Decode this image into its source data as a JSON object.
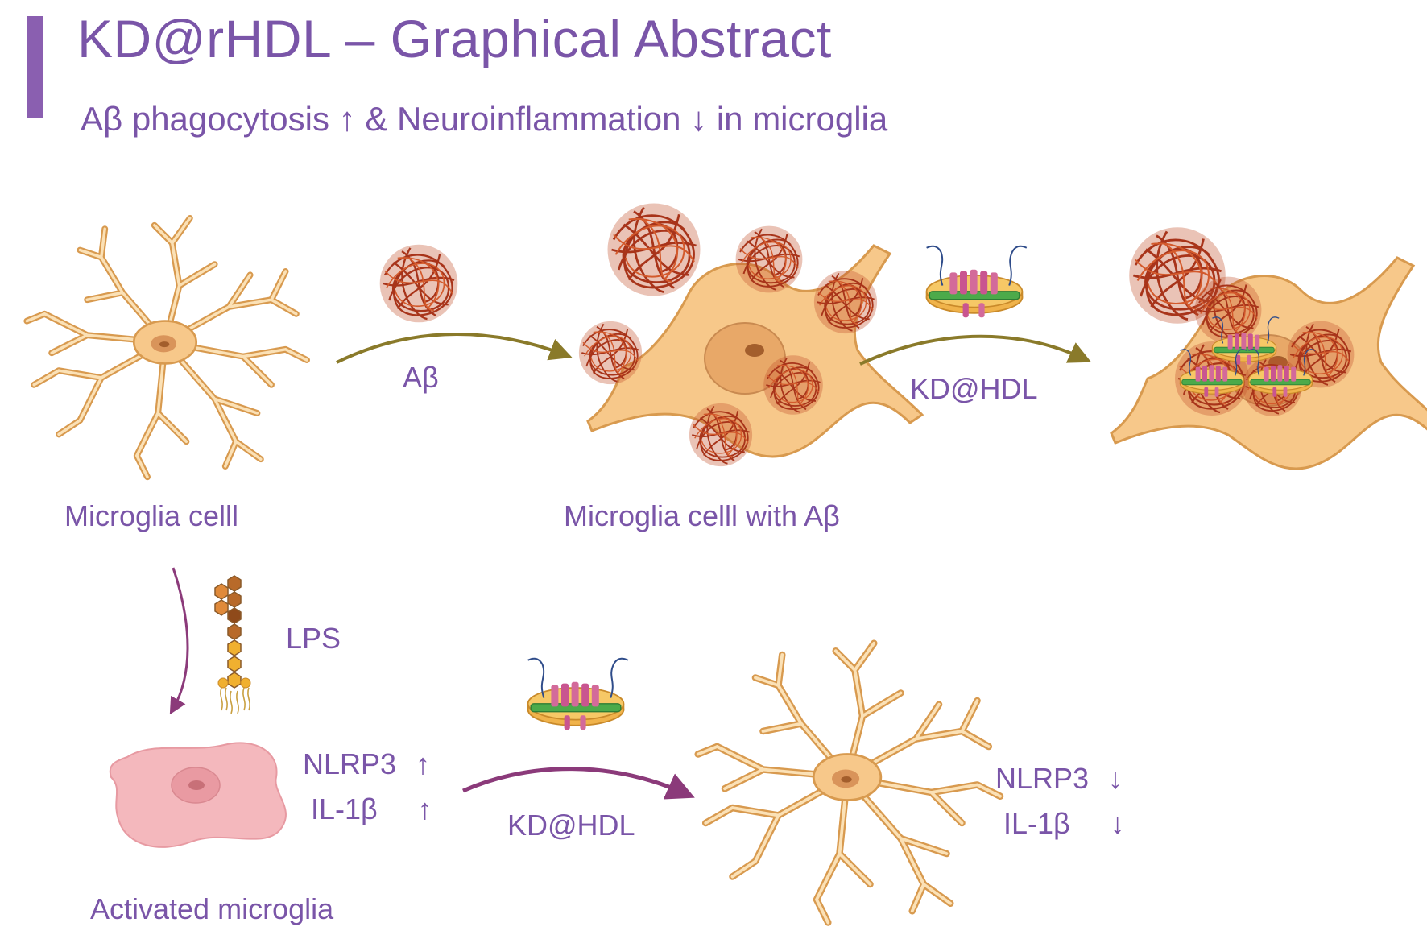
{
  "header": {
    "title": "KD@rHDL – Graphical Abstract",
    "subtitle": "Aβ phagocytosis ↑ & Neuroinflammation ↓ in microglia"
  },
  "top_row": {
    "resting_cell_label": "Microglia celll",
    "amyloid_label": "Aβ",
    "cell_with_amyloid_label": "Microglia celll with Aβ",
    "treatment_label": "KD@HDL"
  },
  "bottom_row": {
    "stimulus_label": "LPS",
    "activated_label": "Activated microglia",
    "before_markers": [
      {
        "name": "NLRP3",
        "arrow": "↑"
      },
      {
        "name": "IL-1β",
        "arrow": "↑"
      }
    ],
    "treatment_label": "KD@HDL",
    "after_markers": [
      {
        "name": "NLRP3",
        "arrow": "↓"
      },
      {
        "name": "IL-1β",
        "arrow": "↓"
      }
    ]
  },
  "colors": {
    "accent": "#8a5fb0",
    "text": "#7a55a8",
    "microglia_fill": "#f7c88a",
    "microglia_stroke": "#d89a4f",
    "amyloid": "#b43a1c",
    "activated_cell": "#f4b8bd",
    "arrow_olive": "#8a7a2a",
    "arrow_purple": "#8b3a7a"
  },
  "icons": {
    "nanoparticle": "hdl-nanodisc-icon",
    "lps": "lps-molecule-icon",
    "amyloid": "amyloid-fibril-icon"
  }
}
